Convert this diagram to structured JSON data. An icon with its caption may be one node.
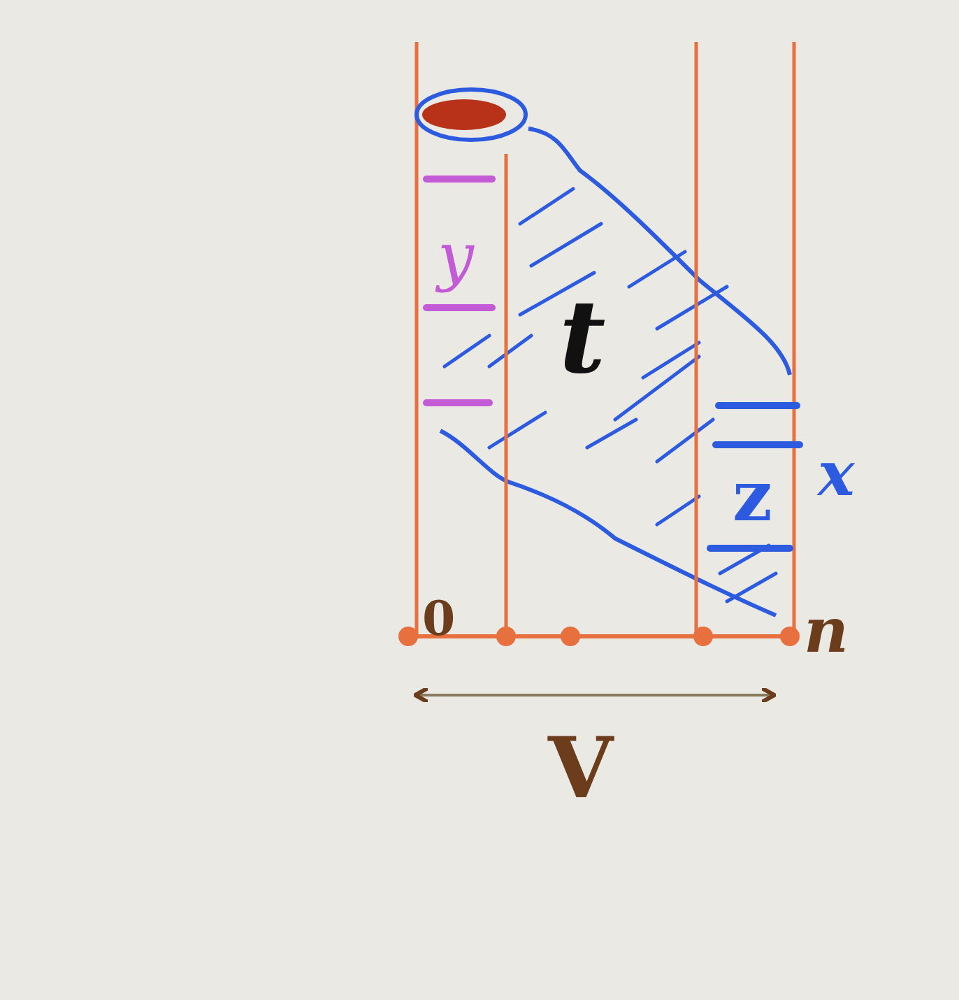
{
  "diagram": {
    "labels": [
      "y",
      "t",
      "x",
      "z",
      "0",
      "n",
      "V"
    ]
  }
}
